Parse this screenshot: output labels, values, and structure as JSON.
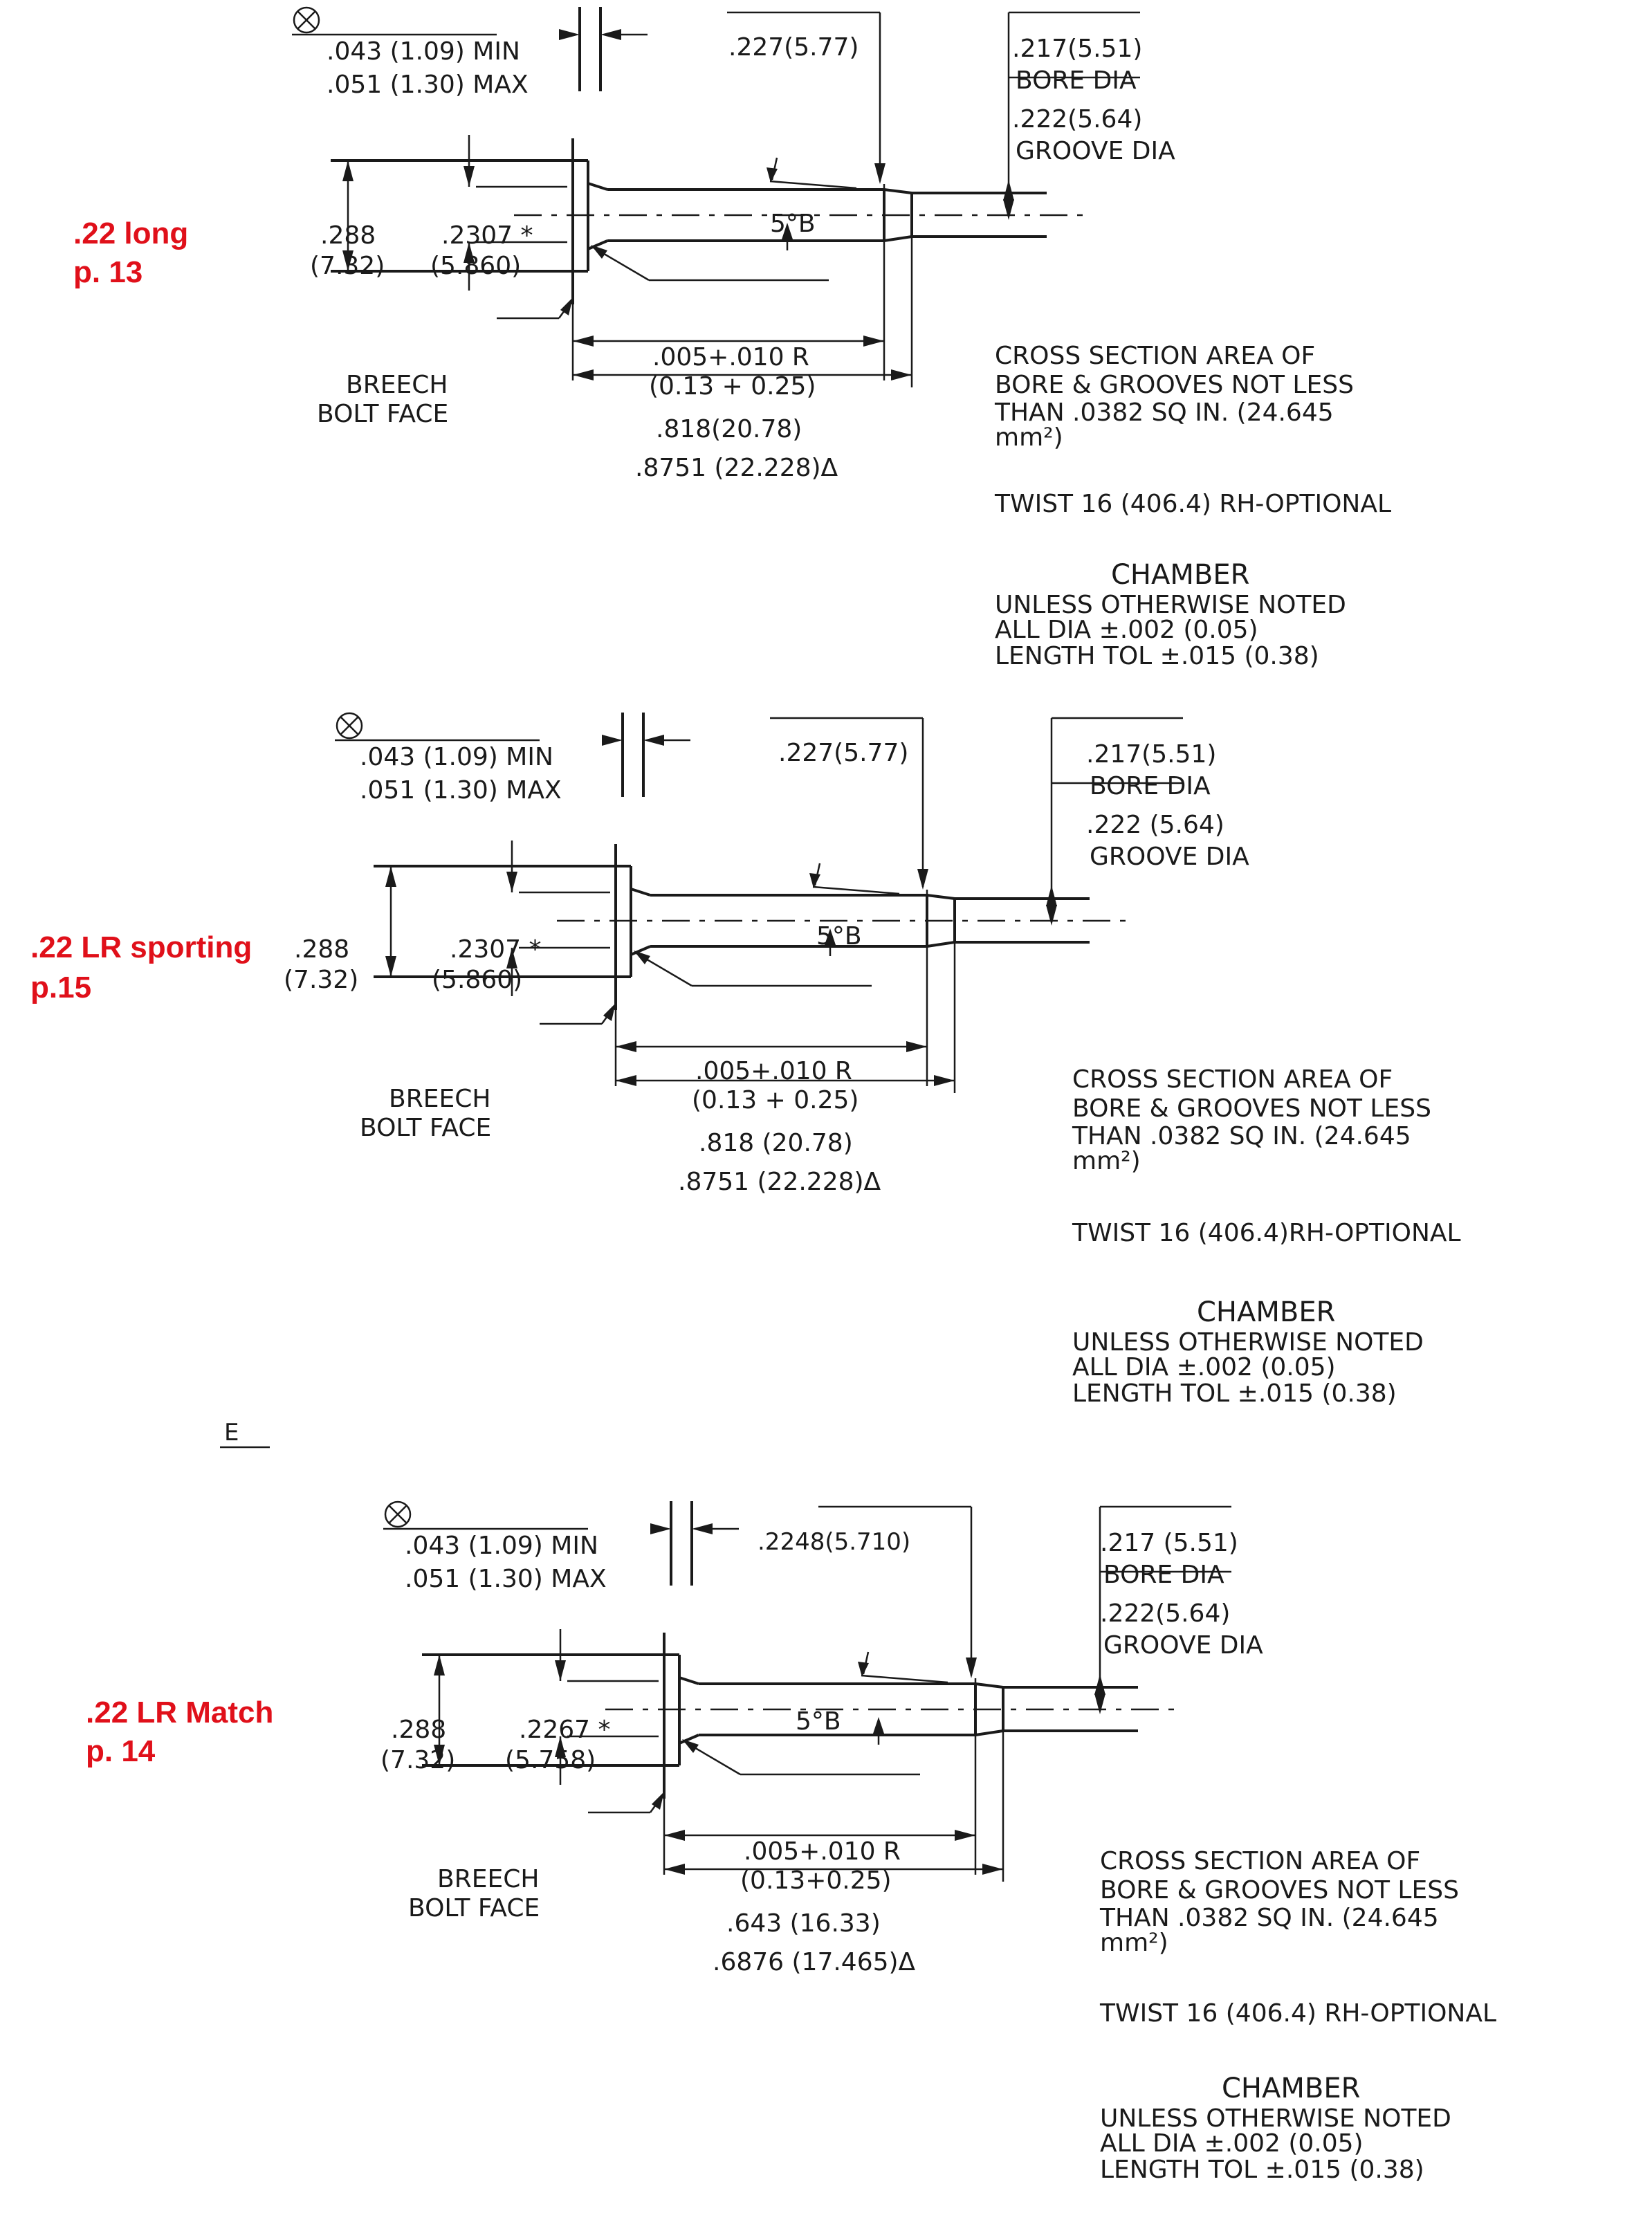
{
  "colors": {
    "ink": "#1a1a1a",
    "label": "#e0101a",
    "background": "#ffffff"
  },
  "stray_mark": "E",
  "sections": [
    {
      "label_line1": ".22 long",
      "label_line2": "p. 13",
      "rim_min": ".043 (1.09) MIN",
      "rim_max": ".051 (1.30) MAX",
      "top_len": ".227(5.77)",
      "bore": ".217(5.51)",
      "bore_label": "BORE DIA",
      "groove": ".222(5.64)",
      "groove_label": "GROOVE DIA",
      "rim_dia": ".288",
      "rim_dia_mm": "(7.32)",
      "chamber_dia": ".2307 *",
      "chamber_dia_mm": "(5.860)",
      "angle": "5°B",
      "radius": ".005+.010 R",
      "radius_mm": "(0.13 + 0.25)",
      "breech": "BREECH",
      "bolt_face": "BOLT FACE",
      "len1": ".818(20.78)",
      "len2": ".8751 (22.228)Δ",
      "cross_1": "CROSS SECTION AREA OF",
      "cross_2": "BORE & GROOVES NOT LESS",
      "cross_3": "THAN .0382  SQ IN. (24.645",
      "cross_4": "mm²)",
      "twist": "TWIST 16 (406.4) RH-OPTIONAL",
      "chamber": "CHAMBER",
      "notes_1": "UNLESS OTHERWISE NOTED",
      "notes_2": "ALL DIA ±.002 (0.05)",
      "notes_3": "LENGTH TOL ±.015 (0.38)"
    },
    {
      "label_line1": ".22 LR sporting",
      "label_line2": "p.15",
      "rim_min": ".043 (1.09) MIN",
      "rim_max": ".051 (1.30) MAX",
      "top_len": ".227(5.77)",
      "bore": ".217(5.51)",
      "bore_label": "BORE DIA",
      "groove": ".222 (5.64)",
      "groove_label": "GROOVE DIA",
      "rim_dia": ".288",
      "rim_dia_mm": "(7.32)",
      "chamber_dia": ".2307 *",
      "chamber_dia_mm": "(5.860)",
      "angle": "5°B",
      "radius": ".005+.010 R",
      "radius_mm": "(0.13 + 0.25)",
      "breech": "BREECH",
      "bolt_face": "BOLT FACE",
      "len1": ".818 (20.78)",
      "len2": ".8751 (22.228)Δ",
      "cross_1": "CROSS SECTION AREA OF",
      "cross_2": "BORE & GROOVES  NOT LESS",
      "cross_3": "THAN .0382  SQ IN. (24.645",
      "cross_4": "mm²)",
      "twist": "TWIST 16 (406.4)RH-OPTIONAL",
      "chamber": "CHAMBER",
      "notes_1": "UNLESS OTHERWISE  NOTED",
      "notes_2": "ALL DIA ±.002 (0.05)",
      "notes_3": "LENGTH  TOL ±.015 (0.38)"
    },
    {
      "label_line1": ".22 LR Match",
      "label_line2": "p. 14",
      "rim_min": ".043 (1.09) MIN",
      "rim_max": ".051 (1.30) MAX",
      "top_len": ".2248(5.710)",
      "bore": ".217 (5.51)",
      "bore_label": "BORE DIA",
      "groove": ".222(5.64)",
      "groove_label": "GROOVE DIA",
      "rim_dia": ".288",
      "rim_dia_mm": "(7.32)",
      "chamber_dia": ".2267 *",
      "chamber_dia_mm": "(5.758)",
      "angle": "5°B",
      "radius": ".005+.010 R",
      "radius_mm": "(0.13+0.25)",
      "breech": "BREECH",
      "bolt_face": "BOLT FACE",
      "len1": ".643 (16.33)",
      "len2": ".6876 (17.465)Δ",
      "cross_1": "CROSS SECTION AREA OF",
      "cross_2": "BORE & GROOVES NOT LESS",
      "cross_3": "THAN .0382  SQ IN. (24.645",
      "cross_4": "mm²)",
      "twist": "TWIST 16 (406.4) RH-OPTIONAL",
      "chamber": "CHAMBER",
      "notes_1": "UNLESS OTHERWISE  NOTED",
      "notes_2": "ALL DIA ±.002 (0.05)",
      "notes_3": "LENGTH TOL ±.015 (0.38)"
    }
  ]
}
